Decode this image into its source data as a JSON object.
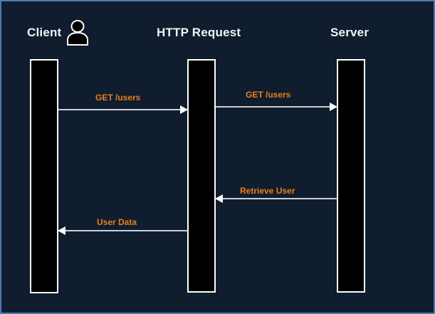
{
  "diagram": {
    "type": "sequence-diagram",
    "background_color": "#0f1d2e",
    "border_color": "#4a7ab5",
    "participants": [
      {
        "id": "client",
        "label": "Client",
        "icon": "actor-person-icon",
        "has_actor_icon": true
      },
      {
        "id": "http",
        "label": "HTTP Request",
        "icon": null,
        "has_actor_icon": false
      },
      {
        "id": "server",
        "label": "Server",
        "icon": null,
        "has_actor_icon": false
      }
    ],
    "messages": [
      {
        "id": "msg1",
        "label": "GET /users",
        "from": "client",
        "to": "http",
        "direction": "right",
        "color": "#e8801a"
      },
      {
        "id": "msg2",
        "label": "GET /users",
        "from": "http",
        "to": "server",
        "direction": "right",
        "color": "#e8801a"
      },
      {
        "id": "msg3",
        "label": "Retrieve User",
        "from": "server",
        "to": "http",
        "direction": "left",
        "color": "#e8801a"
      },
      {
        "id": "msg4",
        "label": "User Data",
        "from": "http",
        "to": "client",
        "direction": "left",
        "color": "#e8801a"
      }
    ],
    "activation_bars": [
      {
        "id": "bar-client",
        "participant": "client",
        "fill": "#000000",
        "stroke": "#ffffff"
      },
      {
        "id": "bar-http",
        "participant": "http",
        "fill": "#000000",
        "stroke": "#ffffff"
      },
      {
        "id": "bar-server",
        "participant": "server",
        "fill": "#000000",
        "stroke": "#ffffff"
      }
    ]
  }
}
